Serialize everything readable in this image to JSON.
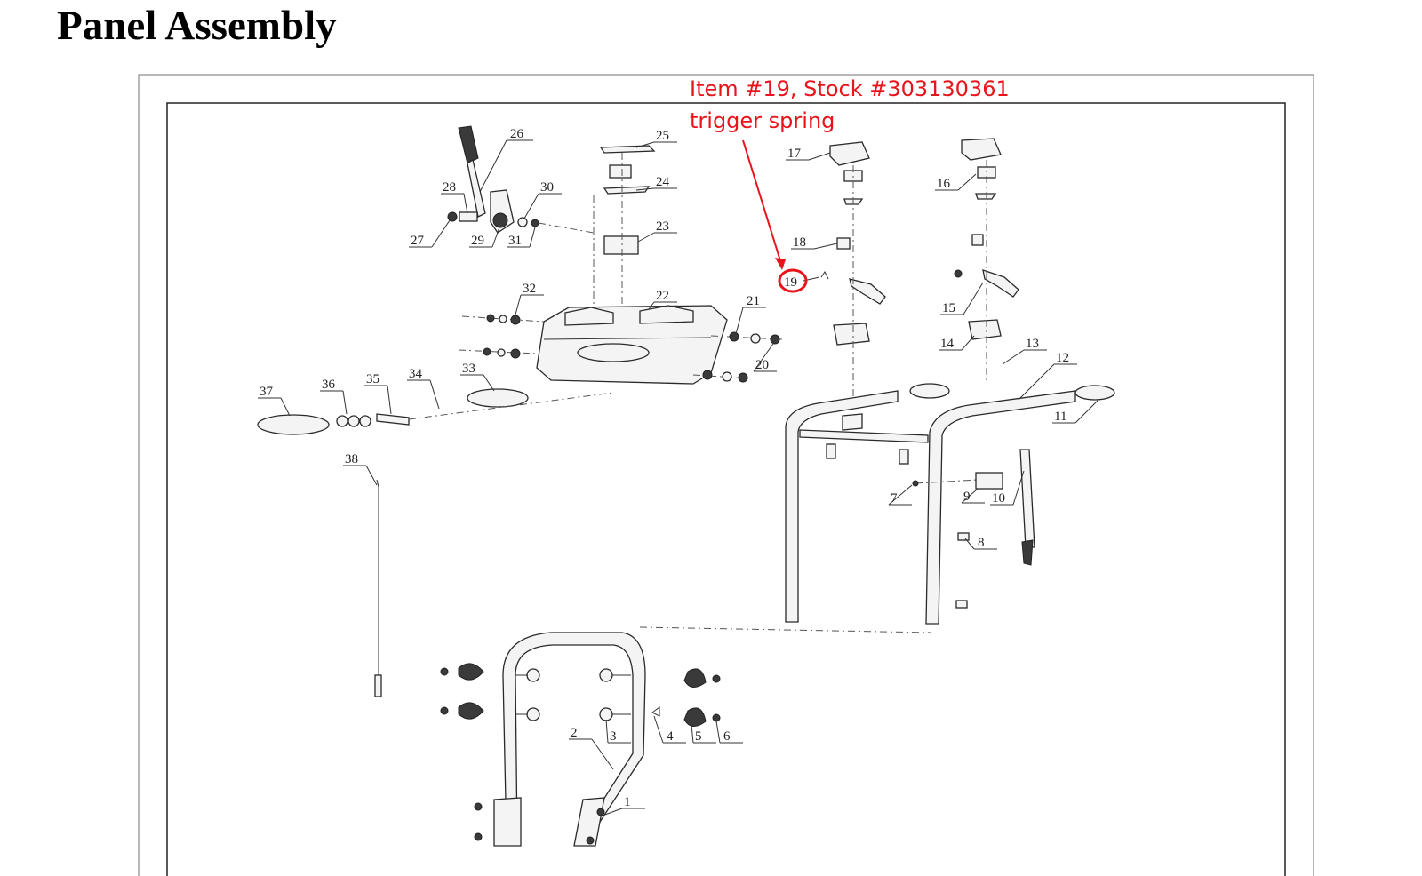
{
  "page": {
    "title": "Panel Assembly"
  },
  "annotation": {
    "line1": "Item #19, Stock #303130361",
    "line2": "trigger spring",
    "color": "#e8141b",
    "highlight_item": "19"
  },
  "part_labels": [
    "1",
    "2",
    "3",
    "4",
    "5",
    "6",
    "7",
    "8",
    "9",
    "10",
    "11",
    "12",
    "13",
    "14",
    "15",
    "16",
    "17",
    "18",
    "19",
    "20",
    "21",
    "22",
    "23",
    "24",
    "25",
    "26",
    "27",
    "28",
    "29",
    "30",
    "31",
    "32",
    "33",
    "34",
    "35",
    "36",
    "37",
    "38"
  ]
}
